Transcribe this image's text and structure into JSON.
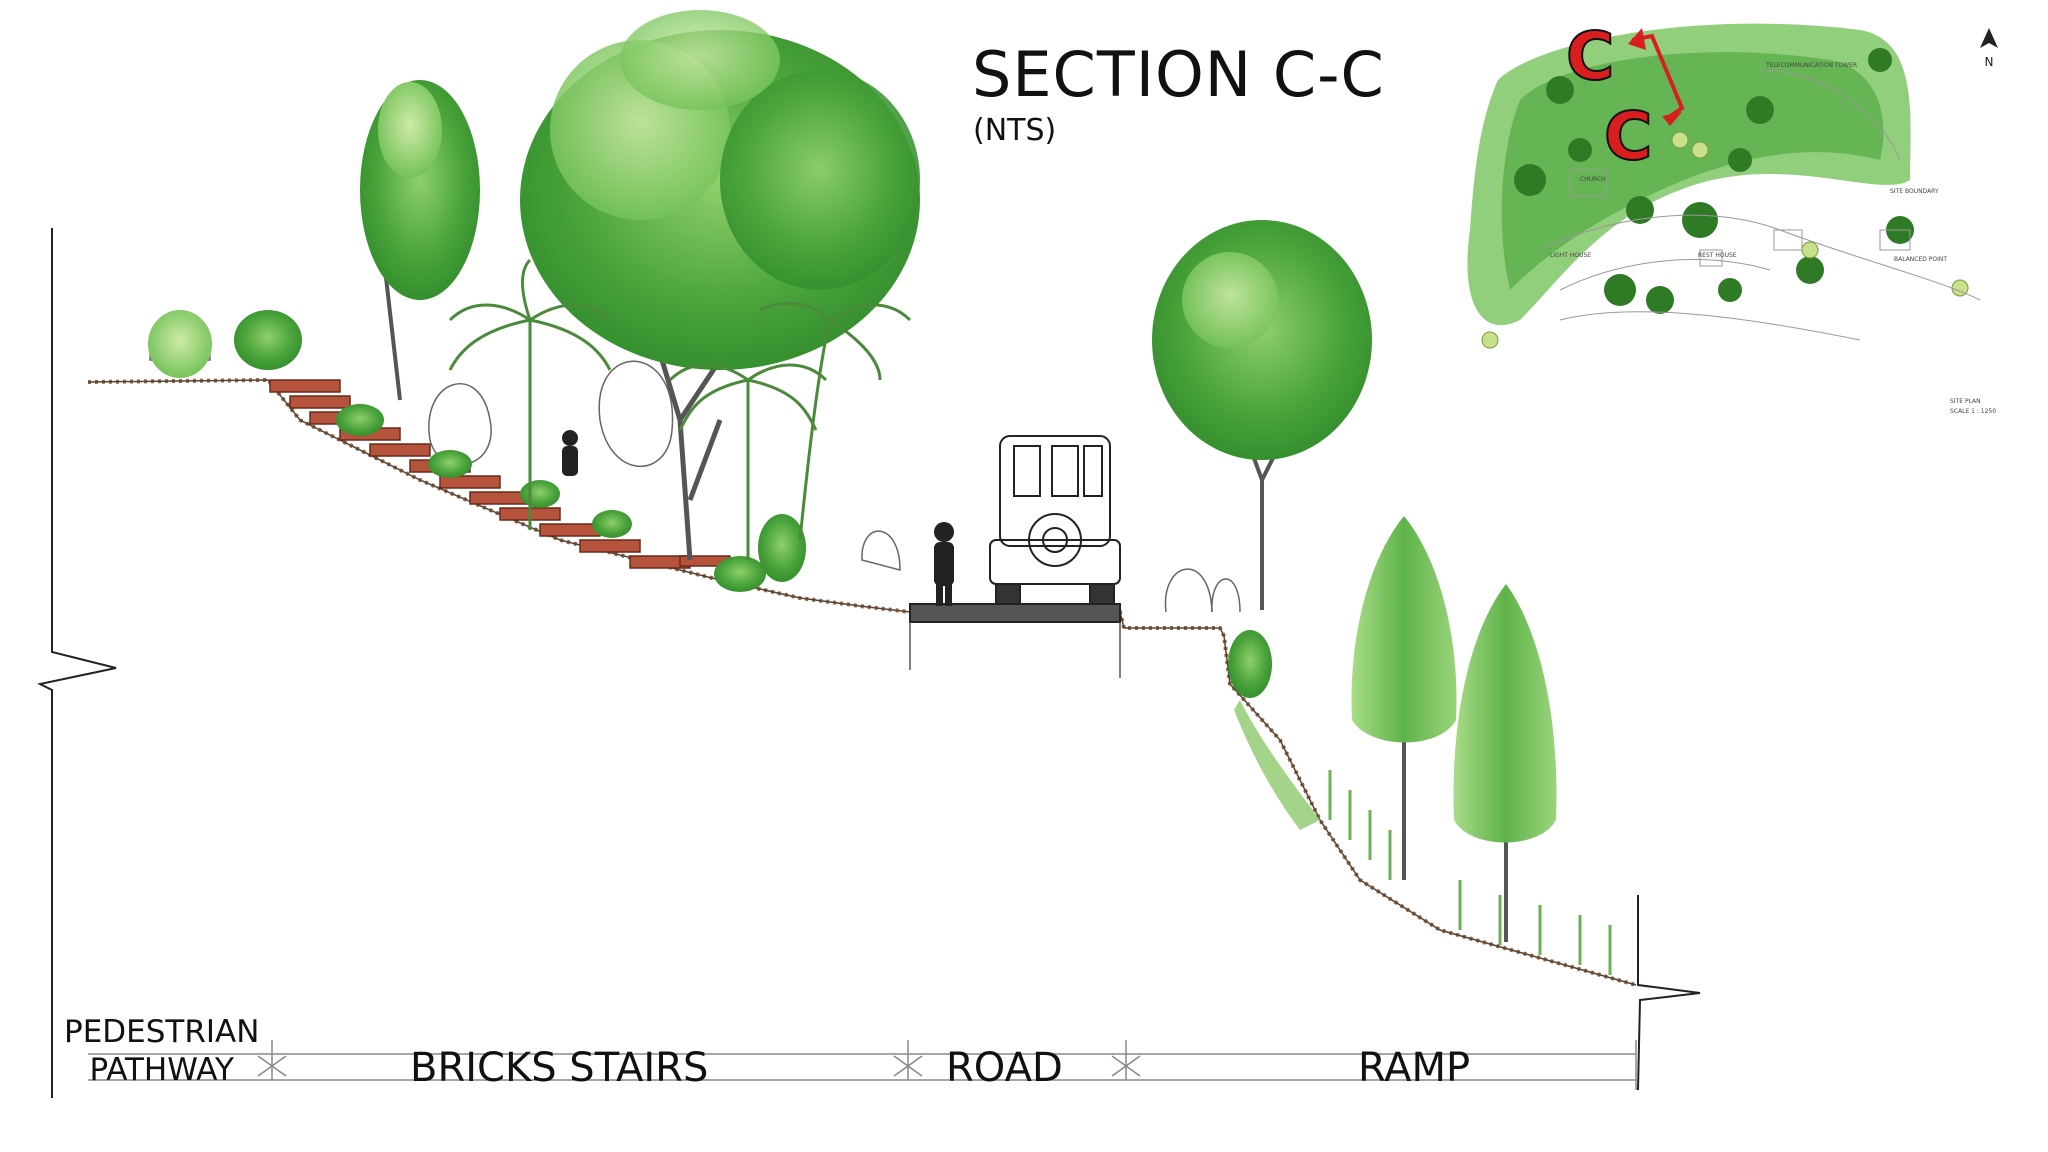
{
  "title": "SECTION C-C",
  "subtitle": "(NTS)",
  "zones": {
    "pedestrian_line1": "PEDESTRIAN",
    "pedestrian_line2": "PATHWAY",
    "stairs": "BRICKS STAIRS",
    "road": "ROAD",
    "ramp": "RAMP"
  },
  "key_plan": {
    "section_mark_top": "C",
    "section_mark_bottom": "C",
    "north_label": "N",
    "labels": {
      "telecom": "TELECOMMUNICATION TOWER",
      "site_boundary": "SITE BOUNDARY",
      "church": "CHURCH",
      "light_house": "LIGHT HOUSE",
      "rest_house": "REST HOUSE",
      "balanced_point": "BALANCED POINT",
      "site_plan": "SITE PLAN",
      "scale": "SCALE 1 : 1250"
    }
  },
  "colors": {
    "foliage_dark": "#2f8a2a",
    "foliage_mid": "#5fb34a",
    "foliage_light": "#a7d67c",
    "brick": "#b5543a",
    "ground_line": "#8a6a4a",
    "section_mark": "#d81e1e"
  }
}
